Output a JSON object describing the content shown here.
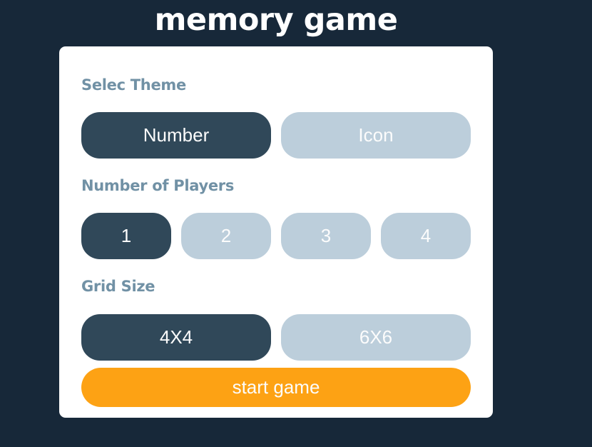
{
  "title": "memory game",
  "theme": {
    "label": "Selec Theme",
    "options": [
      "Number",
      "Icon"
    ],
    "selected": "Number"
  },
  "players": {
    "label": "Number of Players",
    "options": [
      "1",
      "2",
      "3",
      "4"
    ],
    "selected": "1"
  },
  "grid": {
    "label": "Grid Size",
    "options": [
      "4X4",
      "6X6"
    ],
    "selected": "4X4"
  },
  "start_label": "start game",
  "colors": {
    "background": "#172839",
    "card": "#ffffff",
    "active_button": "#304859",
    "inactive_button": "#bccedb",
    "start_button": "#fda214",
    "label_text": "#7191a5"
  }
}
